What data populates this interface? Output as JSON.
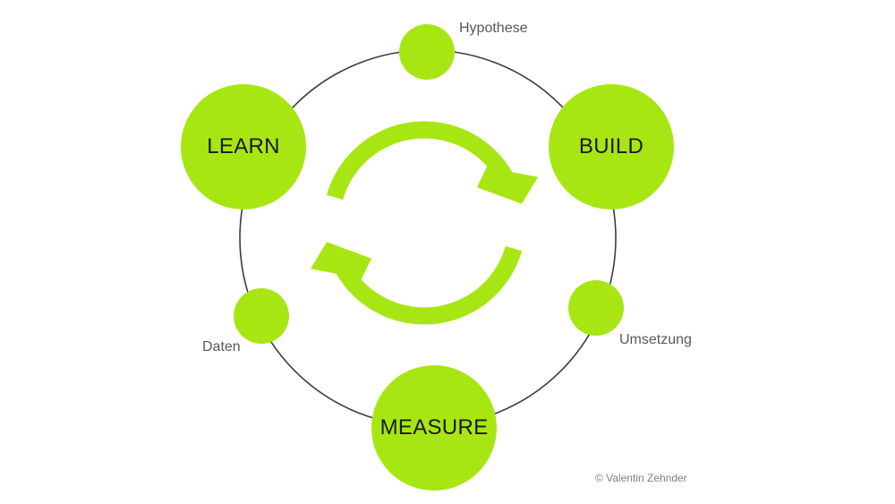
{
  "colors": {
    "accent": "#a8e613",
    "ring": "#3d3d3d",
    "label": "#595959",
    "credit": "#7f7f7f",
    "nodeText": "#1a1a1a"
  },
  "diagram": {
    "type": "cycle",
    "stages": [
      {
        "id": "learn",
        "label": "LEARN"
      },
      {
        "id": "build",
        "label": "BUILD"
      },
      {
        "id": "measure",
        "label": "MEASURE"
      }
    ],
    "artifacts": [
      {
        "id": "hypothese",
        "label": "Hypothese"
      },
      {
        "id": "daten",
        "label": "Daten"
      },
      {
        "id": "umsetzung",
        "label": "Umsetzung"
      }
    ],
    "credit": "© Valentin Zehnder"
  }
}
